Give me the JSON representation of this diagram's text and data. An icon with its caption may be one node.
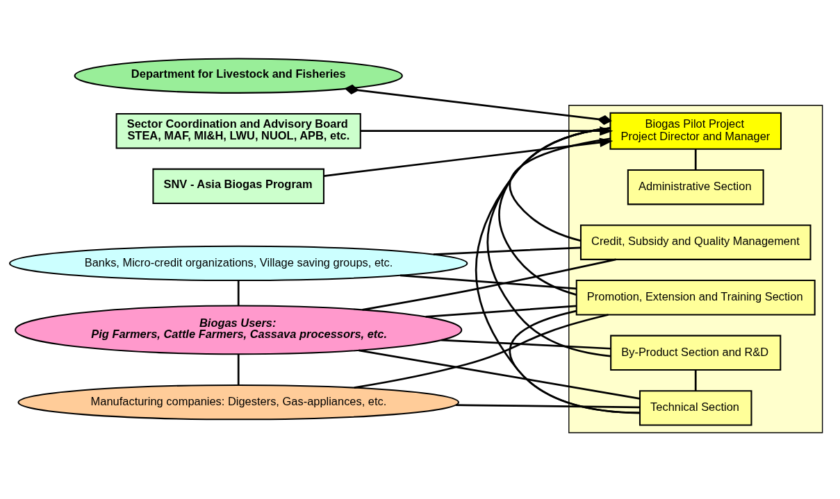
{
  "diagram": {
    "nodes": [
      {
        "text": [
          "Department for Livestock and Fisheries"
        ]
      },
      {
        "text": [
          "Sector Coordination and Advisory Board",
          "STEA, MAF, MI&H, LWU, NUOL, APB, etc."
        ]
      },
      {
        "text": [
          "SNV - Asia Biogas Program"
        ]
      },
      {
        "text": [],
        "shape": "box"
      },
      {
        "text": [
          "Biogas Pilot Project",
          "Project Director and Manager"
        ],
        "in": 3
      },
      {
        "text": [
          "Credit, Subsidy and Quality Management"
        ],
        "in": 3
      },
      {
        "text": [
          "Administrative Section"
        ],
        "in": 3
      },
      {
        "text": [
          "Promotion, Extension and Training Section"
        ],
        "in": 3
      },
      {
        "text": [
          "Technical Section"
        ],
        "in": 3
      },
      {
        "text": [
          "By-Product Section and R&D"
        ],
        "in": 3
      },
      {
        "text": [
          "Banks, Micro-credit organizations, Village saving groups, etc."
        ]
      },
      {
        "text": [
          "Biogas Users:",
          "Pig Farmers, Cattle Farmers, Cassava processors, etc."
        ]
      },
      {
        "text": [
          "Manufacturing companies: Digesters, Gas-appliances, etc."
        ]
      }
    ],
    "edges": [
      {
        "from": 0,
        "to": 4,
        "arrow": "other"
      },
      {
        "from": 1,
        "to": 4,
        "arrow": "to"
      },
      {
        "from": 2,
        "to": 4,
        "arrow": "to"
      },
      {
        "from": 4,
        "to": 5,
        "arrow": "none"
      },
      {
        "from": 4,
        "to": 6,
        "arrow": "none"
      },
      {
        "from": 4,
        "to": 7,
        "arrow": "none"
      },
      {
        "from": 4,
        "to": 8,
        "arrow": "none"
      },
      {
        "from": 4,
        "to": 9,
        "arrow": "none"
      },
      {
        "from": 7,
        "to": 8,
        "arrow": "none"
      },
      {
        "from": 8,
        "to": 9,
        "arrow": "none"
      },
      {
        "from": 10,
        "to": 11,
        "arrow": "none"
      },
      {
        "from": 11,
        "to": 12,
        "arrow": "none"
      },
      {
        "from": 10,
        "to": 5,
        "arrow": "none"
      },
      {
        "from": 10,
        "to": 7,
        "arrow": "none"
      },
      {
        "from": 11,
        "to": 5,
        "arrow": "none"
      },
      {
        "from": 11,
        "to": 7,
        "arrow": "none"
      },
      {
        "from": 11,
        "to": 8,
        "arrow": "none"
      },
      {
        "from": 11,
        "to": 9,
        "arrow": "none"
      },
      {
        "from": 12,
        "to": 7,
        "arrow": "none"
      },
      {
        "from": 12,
        "to": 8,
        "arrow": "none"
      }
    ]
  }
}
